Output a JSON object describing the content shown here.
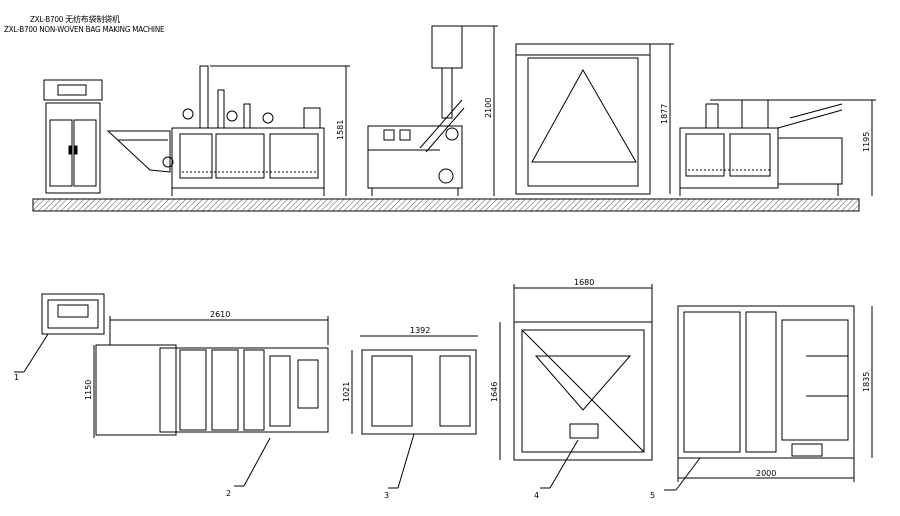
{
  "title": {
    "line1": "ZXL-B700 无纺布袋制袋机",
    "line2": "ZXL-B700 NON-WOVEN BAG MAKING MACHINE"
  },
  "front_view": {
    "heights": [
      "1581",
      "2100",
      "1877",
      "1195"
    ]
  },
  "plan_view": {
    "dims": {
      "m2_width": "2610",
      "m2_depth": "1150",
      "m3_width": "1392",
      "m3_depth": "1021",
      "m4_width": "1680",
      "m4_depth": "1646",
      "m5_width": "2000",
      "m5_depth": "1835"
    },
    "callouts": [
      "1",
      "2",
      "3",
      "4",
      "5"
    ]
  },
  "colors": {
    "line": "#000000",
    "floor_hatch": "#555555",
    "background": "#ffffff"
  }
}
